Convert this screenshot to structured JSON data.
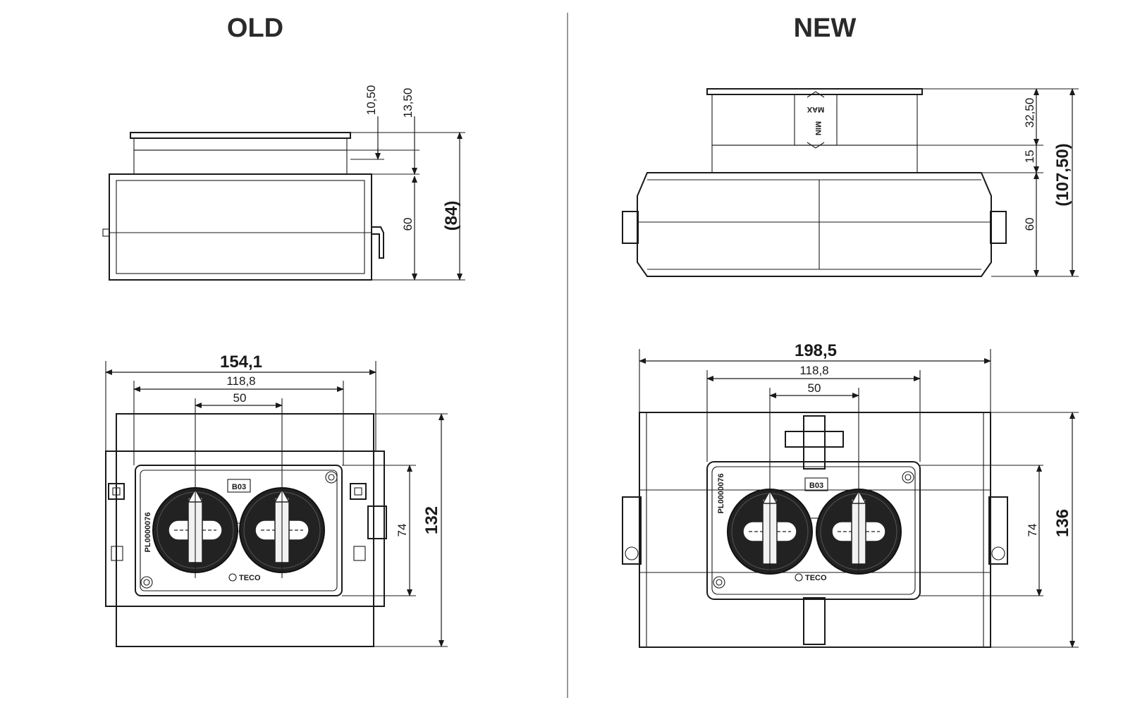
{
  "panels": {
    "old": {
      "title": "OLD",
      "side": {
        "dim_top_a": "10,50",
        "dim_top_b": "13,50",
        "dim_body": "60",
        "dim_total": "(84)"
      },
      "top": {
        "width": "154,1",
        "inner_width": "118,8",
        "spacing": "50",
        "plate_height": "74",
        "height": "132",
        "plate_code": "B03",
        "brand": "TECO",
        "side_text": "PL0000076"
      }
    },
    "new": {
      "title": "NEW",
      "side": {
        "dim_top": "32,50",
        "dim_mid": "15",
        "dim_body": "60",
        "dim_total": "(107,50)",
        "max_label": "MAX",
        "min_label": "MIN"
      },
      "top": {
        "width": "198,5",
        "inner_width": "118,8",
        "spacing": "50",
        "plate_height": "74",
        "height": "136",
        "plate_code": "B03",
        "brand": "TECO",
        "side_text": "PL0000076"
      }
    }
  }
}
